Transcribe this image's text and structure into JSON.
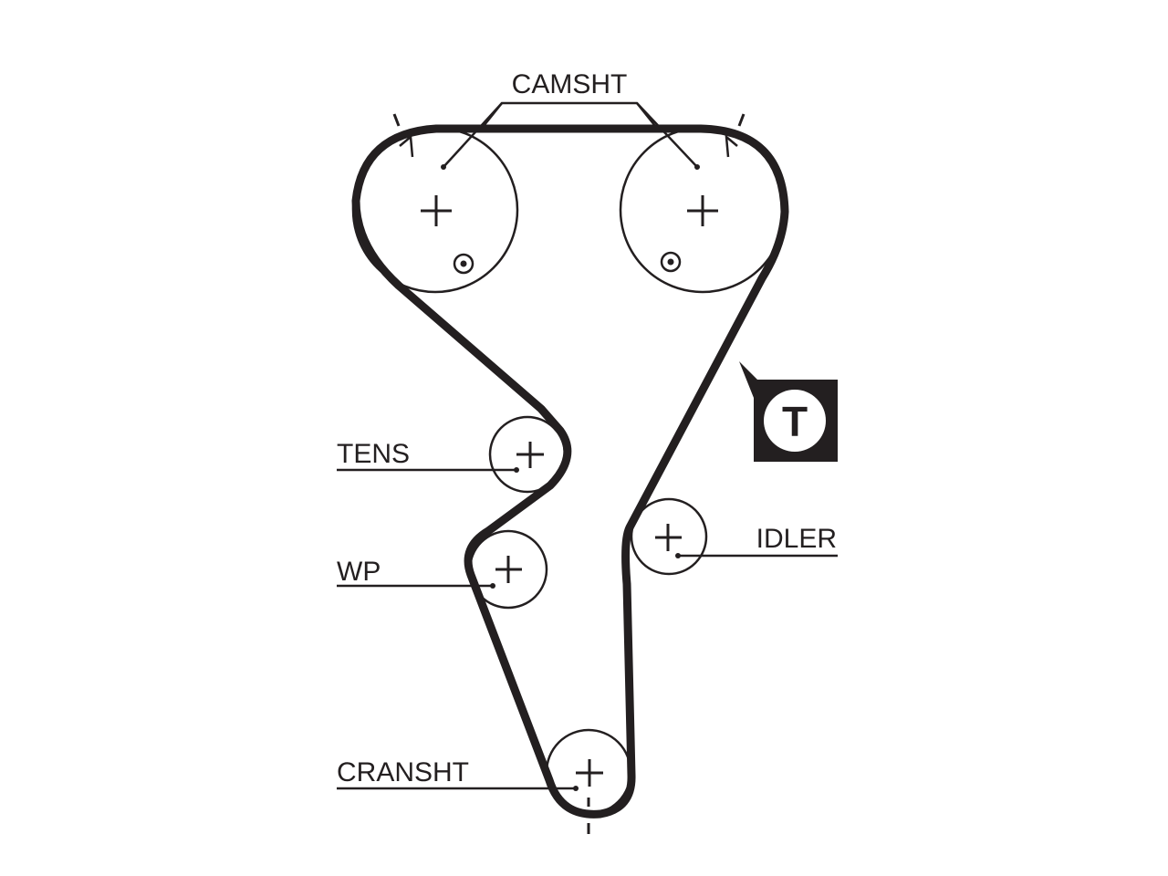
{
  "labels": {
    "camshaft": "CAMSHT",
    "tensioner": "TENS",
    "water_pump": "WP",
    "idler": "IDLER",
    "crankshaft": "CRANSHT"
  },
  "badge": {
    "letter": "T",
    "icon": "tensioner-badge-icon"
  },
  "colors": {
    "ink": "#231f20",
    "background": "#ffffff"
  }
}
